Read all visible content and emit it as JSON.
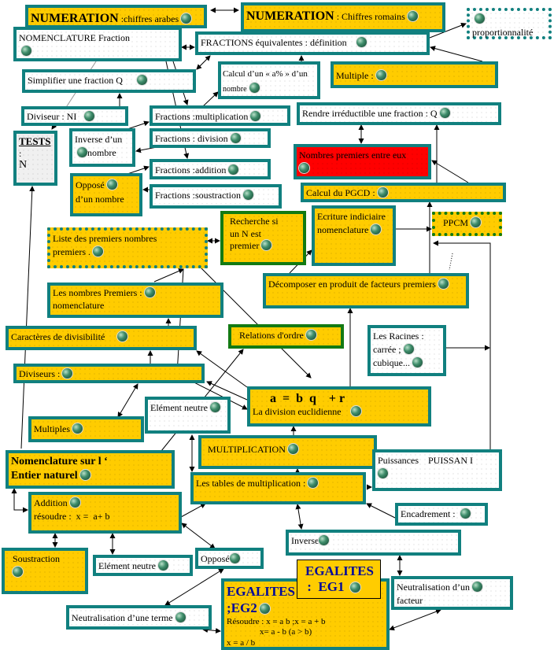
{
  "nodes": {
    "num_arabes": {
      "title": "NUMERATION",
      "text": " :chiffres arabes"
    },
    "num_romains": {
      "title": "NUMERATION",
      "text": " : Chiffres romains"
    },
    "proportionnalite": {
      "text": "proportionnalité"
    },
    "nomenclature_fraction": {
      "text": "NOMENCLATURE  Fraction"
    },
    "fractions_equivalentes": {
      "text": "FRACTIONS équivalentes : définition"
    },
    "calcul_pourcentage": {
      "line1": "Calcul d’un  « a% » d’un",
      "line2": "nombre"
    },
    "multiple": {
      "text": "Multiple :"
    },
    "simplifier": {
      "text": "Simplifier une fraction   Q"
    },
    "diviseur_ni": {
      "text": "Diviseur : NI"
    },
    "tests": {
      "title": "TESTS",
      "colon": ":",
      "text": "N"
    },
    "inverse_nombre": {
      "line1": "Inverse d’un",
      "line2": "nombre"
    },
    "fractions_multiplication": {
      "text": "Fractions :multiplication"
    },
    "rendre_irreductible": {
      "text": "Rendre irréductible une fraction : Q"
    },
    "fractions_division": {
      "text": "Fractions : division"
    },
    "premiers_entre_eux": {
      "text": "Nombres premiers entre eux"
    },
    "fractions_addition": {
      "text": "Fractions :addition"
    },
    "oppose_nombre": {
      "line1": "Opposé",
      "line2": "d’un nombre"
    },
    "fractions_soustraction": {
      "text": "Fractions :soustraction"
    },
    "calcul_pgcd": {
      "text": "Calcul du PGCD :"
    },
    "liste_premiers": {
      "line1": "Liste des premiers nombres",
      "line2": "premiers   ."
    },
    "recherche_premier": {
      "line1": "Recherche si",
      "line2": "un N est",
      "line3": "premier"
    },
    "ecriture_indiciaire": {
      "line1": "Ecriture indiciaire",
      "line2": "nomenclature"
    },
    "ppcm": {
      "text": "PPCM"
    },
    "decomposer": {
      "text": "Décomposer en produit de facteurs premiers"
    },
    "nombres_premiers_nomenclature": {
      "line1": "Les nombres Premiers :",
      "line2": "nomenclature"
    },
    "caracteres_divisibilite": {
      "text": "Caractères de divisibilité"
    },
    "relations_ordre": {
      "text": "Relations d'ordre"
    },
    "racines": {
      "line1": "Les  Racines :",
      "line2": " carrée ;",
      "line3": "cubique..."
    },
    "diviseurs": {
      "text": "Diviseurs :"
    },
    "division_euclidienne": {
      "formula": "a  =  b  q    + r",
      "text": "La division euclidienne"
    },
    "element_neutre_mult": {
      "text": "Elément neutre"
    },
    "multiples": {
      "text": "Multiples"
    },
    "multiplication": {
      "text": "MULTIPLICATION"
    },
    "nomenclature_entier": {
      "line1": "Nomenclature sur  l ‘",
      "line2": "Entier naturel"
    },
    "puissances": {
      "text": "Puissances    PUISSAN I"
    },
    "tables_multiplication": {
      "text": "Les tables de multiplication :"
    },
    "addition": {
      "line1": "Addition",
      "line2": "résoudre :  x =  a+ b"
    },
    "encadrement": {
      "text": "Encadrement :"
    },
    "inverse": {
      "text": "Inverse"
    },
    "soustraction": {
      "text": "Soustraction"
    },
    "element_neutre_add": {
      "text": "Elément neutre"
    },
    "oppose": {
      "text": "Opposé"
    },
    "egalites_eg1": {
      "line1": "EGALITES",
      "line2": " :  EG1"
    },
    "egalites_eg2": {
      "line1": "EGALITES :",
      "line2": ";EG2",
      "line3": "Résoudre : x = a b ;x  = a + b",
      "line4": "x= a - b   (a > b)",
      "line5": "x = a / b"
    },
    "neutralisation_facteur": {
      "line1": "Neutralisation d’un",
      "line2": "facteur"
    },
    "neutralisation_terme": {
      "text": "Neutralisation d’une terme"
    }
  },
  "colors": {
    "yellow": "#ffcc00",
    "teal_border": "#11807f",
    "green_border": "#137a13",
    "red": "#ff0000",
    "heading_blue": "#000a9a"
  }
}
